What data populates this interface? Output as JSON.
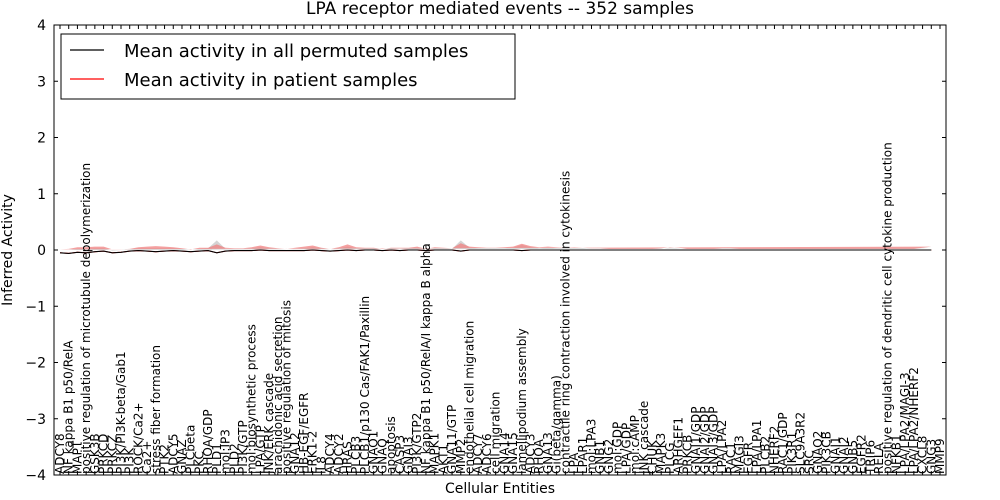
{
  "chart_data": {
    "type": "line",
    "title": "LPA receptor mediated events -- 352 samples",
    "xlabel": "Cellular Entities",
    "ylabel": "Inferred Activity",
    "ylim": [
      -4,
      4
    ],
    "yticks": [
      "4",
      "3",
      "2",
      "1",
      "0",
      "−1",
      "−2",
      "−3",
      "−4"
    ],
    "grid": false,
    "legend_position": "top-left",
    "legend": [
      {
        "label": "Mean activity in all permuted samples",
        "color": "#000000"
      },
      {
        "label": "Mean activity in patient samples",
        "color": "#ff0000"
      }
    ],
    "categories": [
      "ADCY8",
      "NF kappa B1 p50/RelA",
      "MAPT",
      "positive regulation of microtubule depolymerization",
      "GSK3B",
      "PRKCD",
      "PRKCZ",
      "PI3K/PI3K-beta/Gab1",
      "PI3K",
      "ROCK/Ca2+",
      "Ca2+",
      "stress fiber formation",
      "PTK2",
      "ADCY5",
      "GNAZ",
      "PLCbeta",
      "PKC",
      "RHOA/GDP",
      "PLD1",
      "mol:IP3",
      "PLD2",
      "PI3K/GTP",
      "mol:biosynthetic process",
      "LPA/GTP",
      "JNK/ERK cascade",
      "arachidonic acid secretion",
      "positive regulation of mitosis",
      "GNA12",
      "HB-EGF/EGFR",
      "ERK1-2",
      "IL8",
      "ADCY4",
      "ADCY2",
      "HRAS",
      "PLCB3",
      "PLCB1/p130 Cas/FAK1/Paxillin",
      "GNAO1",
      "GNAQ",
      "apoptosis",
      "CASP3",
      "GNAI3",
      "PI3K/GTP2",
      "NF kappa B1 p50/RelA/I kappa B alpha",
      "MAPK1",
      "AKT1",
      "GNA11/GTP",
      "MMP2",
      "endothelial cell migration",
      "ADCY7",
      "ADCY6",
      "cell migration",
      "GNA14",
      "GNA15",
      "lamellipodium assembly",
      "ADCY3",
      "RHOA",
      "GNA13",
      "Gi(beta/gamma)",
      "contractile ring contraction involved in cytokinesis",
      "LPA",
      "LPAR1",
      "mol:LPA3",
      "GNB1",
      "GNG2",
      "mol:GDP",
      "LPA/GDP",
      "mol:cAMP",
      "JNK cascade",
      "CHUK",
      "MAPK3",
      "PLCG",
      "ARHGEF1",
      "PRKCB",
      "GNAI1/GDP",
      "GNAI2/GDP",
      "GNAI3/GDP",
      "LPA/LPA2",
      "RAC1",
      "MAGI3",
      "EGFR",
      "LPA/LPA1",
      "PLCB2",
      "NHERF2",
      "RAC1/GDP",
      "PIK3R1",
      "SLC9A3R2",
      "SRC",
      "GNAQ2",
      "PIK3CB",
      "GNAI1",
      "GNAI2",
      "GNB5",
      "EGFR2",
      "TRIP6",
      "RELA",
      "positive regulation of dendritic cell cytokine production",
      "NFKB1",
      "LPA/LPA2/MAGI-3",
      "LPA/LPA2/NHERF2",
      "CXCL8",
      "GNG3",
      "MMP9"
    ],
    "series": [
      {
        "name": "Mean activity in all permuted samples",
        "color": "#000000",
        "values": [
          -0.05,
          -0.06,
          -0.04,
          -0.05,
          -0.03,
          -0.02,
          -0.05,
          -0.04,
          -0.02,
          -0.01,
          -0.02,
          -0.03,
          -0.02,
          -0.01,
          -0.02,
          -0.03,
          -0.02,
          -0.01,
          -0.05,
          -0.02,
          -0.01,
          -0.01,
          -0.01,
          0.0,
          -0.01,
          -0.01,
          -0.01,
          -0.01,
          -0.01,
          0.0,
          -0.01,
          -0.02,
          -0.01,
          0.0,
          -0.01,
          0.0,
          0.0,
          -0.01,
          0.0,
          -0.01,
          0.0,
          0.0,
          -0.01,
          0.0,
          0.0,
          0.0,
          -0.02,
          0.0,
          0.0,
          0.0,
          0.0,
          0.0,
          0.0,
          -0.01,
          0.0,
          0.0,
          0.0,
          0.0,
          0.0,
          0.0,
          0.0,
          0.0,
          0.0,
          0.0,
          0.0,
          0.0,
          0.0,
          0.0,
          0.0,
          0.0,
          0.0,
          0.0,
          0.0,
          0.0,
          0.0,
          0.0,
          0.0,
          0.0,
          0.0,
          0.0,
          0.0,
          0.0,
          0.0,
          0.0,
          0.0,
          0.0,
          0.0,
          0.0,
          0.0,
          0.0,
          0.0,
          0.0,
          0.0,
          0.0,
          0.0,
          0.0,
          0.0,
          0.0,
          0.0,
          0.0,
          0.0
        ]
      },
      {
        "name": "Mean activity in patient samples",
        "color": "#ff0000",
        "values": [
          -0.05,
          -0.06,
          -0.04,
          -0.05,
          -0.03,
          -0.02,
          -0.05,
          -0.04,
          -0.02,
          -0.01,
          -0.02,
          -0.03,
          -0.02,
          -0.01,
          -0.02,
          -0.03,
          -0.02,
          -0.01,
          -0.05,
          -0.02,
          -0.01,
          -0.01,
          -0.01,
          0.0,
          -0.01,
          -0.01,
          -0.01,
          -0.01,
          -0.01,
          0.0,
          -0.01,
          -0.02,
          -0.01,
          0.0,
          -0.01,
          0.0,
          0.0,
          -0.01,
          0.0,
          -0.01,
          0.0,
          0.0,
          -0.01,
          0.0,
          0.0,
          0.0,
          -0.02,
          0.0,
          0.0,
          0.0,
          0.0,
          0.0,
          0.0,
          -0.01,
          0.0,
          0.0,
          0.0,
          0.0,
          0.0,
          0.0,
          0.0,
          0.0,
          0.0,
          0.0,
          0.0,
          0.0,
          0.0,
          0.0,
          0.0,
          0.0,
          0.0,
          0.0,
          0.0,
          0.0,
          0.0,
          0.0,
          0.0,
          0.0,
          0.0,
          0.0,
          0.0,
          0.0,
          0.0,
          0.0,
          0.0,
          0.0,
          0.0,
          0.0,
          0.0,
          0.0,
          0.0,
          0.0,
          0.0,
          0.0,
          0.0,
          0.0,
          0.0,
          0.0,
          0.0,
          0.0,
          0.0
        ]
      }
    ],
    "patient_band_halfwidth": [
      0.06,
      0.08,
      0.09,
      0.1,
      0.09,
      0.08,
      0.06,
      0.05,
      0.04,
      0.06,
      0.08,
      0.1,
      0.08,
      0.06,
      0.05,
      0.04,
      0.06,
      0.05,
      0.15,
      0.06,
      0.04,
      0.04,
      0.06,
      0.08,
      0.06,
      0.04,
      0.03,
      0.05,
      0.07,
      0.08,
      0.05,
      0.04,
      0.06,
      0.1,
      0.06,
      0.04,
      0.04,
      0.03,
      0.04,
      0.05,
      0.04,
      0.06,
      0.03,
      0.05,
      0.04,
      0.03,
      0.14,
      0.06,
      0.05,
      0.04,
      0.04,
      0.05,
      0.06,
      0.12,
      0.07,
      0.05,
      0.06,
      0.05,
      0.04,
      0.05,
      0.04,
      0.03,
      0.03,
      0.02,
      0.02,
      0.02,
      0.02,
      0.02,
      0.02,
      0.03,
      0.05,
      0.04,
      0.02,
      0.02,
      0.02,
      0.02,
      0.03,
      0.03,
      0.02,
      0.02,
      0.02,
      0.02,
      0.02,
      0.02,
      0.02,
      0.02,
      0.02,
      0.02,
      0.02,
      0.02,
      0.02,
      0.02,
      0.02,
      0.02,
      0.02,
      0.02,
      0.02,
      0.02,
      0.02,
      0.04,
      0.06
    ],
    "permuted_band_halfwidth": [
      0.05,
      0.06,
      0.06,
      0.07,
      0.06,
      0.05,
      0.04,
      0.04,
      0.03,
      0.04,
      0.05,
      0.06,
      0.05,
      0.04,
      0.04,
      0.03,
      0.04,
      0.04,
      0.22,
      0.04,
      0.03,
      0.03,
      0.04,
      0.05,
      0.04,
      0.03,
      0.02,
      0.03,
      0.04,
      0.05,
      0.04,
      0.03,
      0.04,
      0.06,
      0.04,
      0.03,
      0.03,
      0.02,
      0.03,
      0.03,
      0.03,
      0.04,
      0.02,
      0.03,
      0.03,
      0.02,
      0.19,
      0.04,
      0.03,
      0.03,
      0.03,
      0.03,
      0.04,
      0.1,
      0.05,
      0.03,
      0.04,
      0.03,
      0.03,
      0.03,
      0.03,
      0.02,
      0.02,
      0.02,
      0.02,
      0.02,
      0.02,
      0.02,
      0.02,
      0.02,
      0.04,
      0.03,
      0.02,
      0.02,
      0.02,
      0.02,
      0.02,
      0.02,
      0.02,
      0.02,
      0.02,
      0.02,
      0.02,
      0.02,
      0.02,
      0.02,
      0.02,
      0.02,
      0.02,
      0.02,
      0.02,
      0.02,
      0.02,
      0.02,
      0.02,
      0.02,
      0.02,
      0.02,
      0.02,
      0.03,
      0.04
    ]
  }
}
